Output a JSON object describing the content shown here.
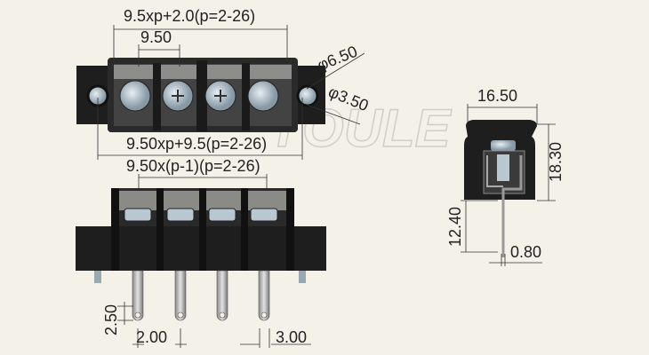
{
  "title": "Barrier terminal block 9.50mm pitch dimension drawing",
  "watermark": "YOULE",
  "dimensions": {
    "overall_top": "9.5xp+2.0(p=2-26)",
    "pitch": "9.50",
    "hole_outer": "φ6.50",
    "hole_inner": "φ3.50",
    "overall_mount": "9.50xp+9.5(p=2-26)",
    "pin_span": "9.50x(p-1)(p=2-26)",
    "width": "16.50",
    "height": "18.30",
    "pin_length": "12.40",
    "pin_thickness": "0.80",
    "pin_tip": "2.50",
    "pin_width": "2.00",
    "pin_gap": "3.00"
  },
  "colors": {
    "background": "#f4f1e9",
    "body": "#1e1e1e",
    "screw": "#b9c7d1"
  }
}
